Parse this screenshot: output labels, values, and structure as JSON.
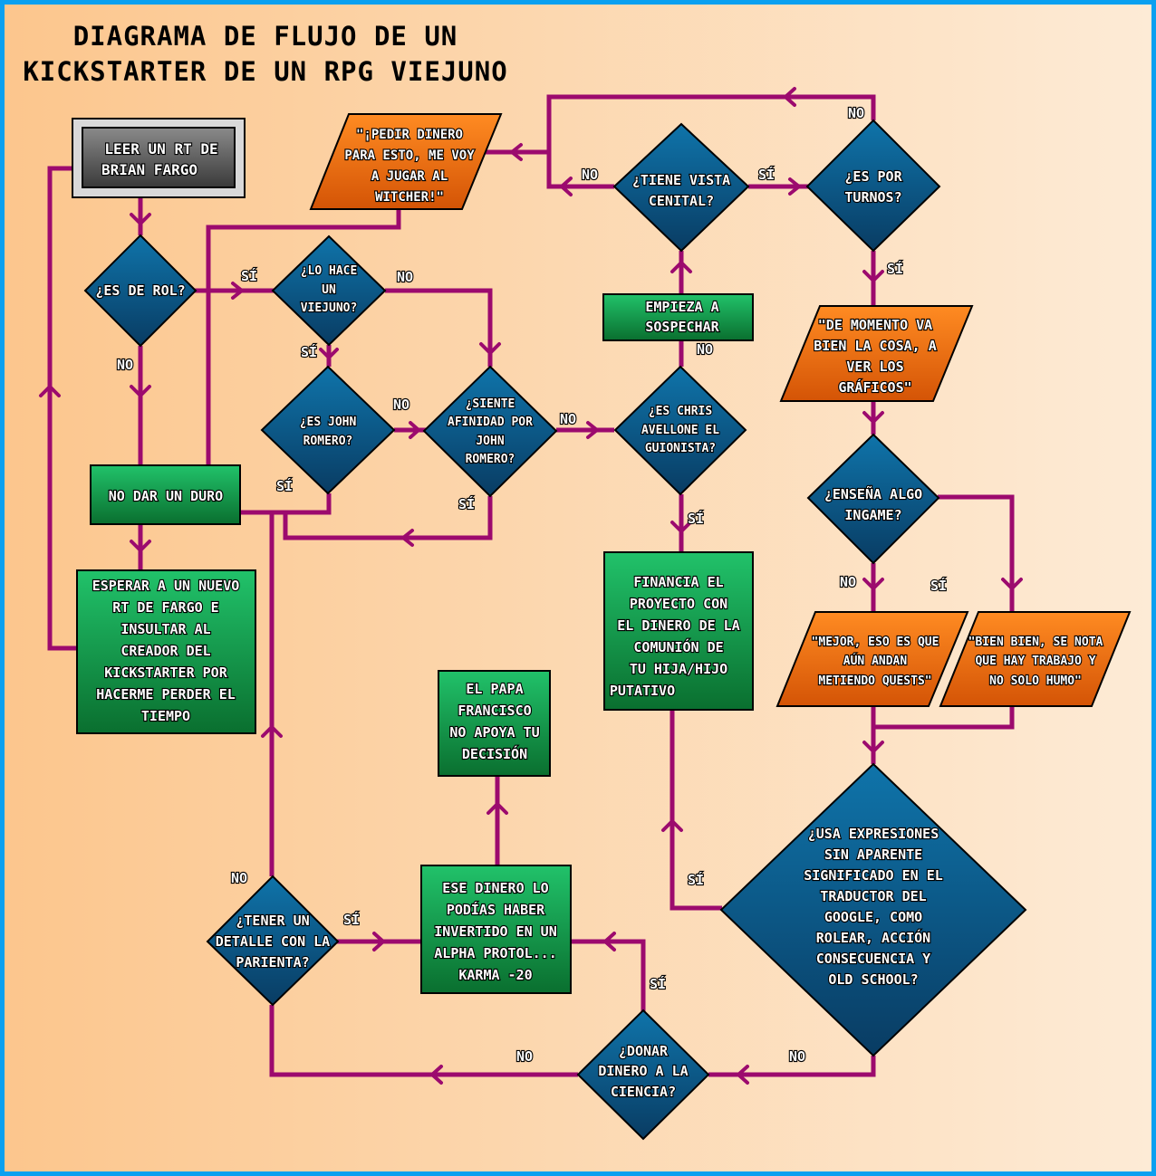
{
  "title": {
    "line1": "DIAGRAMA DE FLUJO DE UN",
    "line2": "KICKSTARTER DE UN RPG VIEJUNO"
  },
  "colors": {
    "border": "#0aa0f0",
    "connector": "#9c0a6e",
    "process_green": "#0f8f3f",
    "diamond_blue": "#0b4f7e",
    "output_orange": "#e8650c",
    "start_gray": "#606060"
  },
  "nodes": {
    "leer_rt": [
      "LEER UN RT DE",
      "BRIAN FARGO"
    ],
    "es_de_rol": [
      "¿ES DE ROL?"
    ],
    "lo_hace_viejuno": [
      "¿LO HACE",
      "UN",
      "VIEJUNO?"
    ],
    "es_john_romero": [
      "¿ES JOHN",
      "ROMERO?"
    ],
    "siente_afinidad": [
      "¿SIENTE",
      "AFINIDAD POR",
      "JOHN",
      "ROMERO?"
    ],
    "es_chris": [
      "¿ES CHRIS",
      "AVELLONE EL",
      "GUIONISTA?"
    ],
    "empieza_sospechar": [
      "EMPIEZA A",
      "SOSPECHAR"
    ],
    "tiene_vista": [
      "¿TIENE VISTA",
      "CENITAL?"
    ],
    "es_por_turnos": [
      "¿ES POR",
      "TURNOS?"
    ],
    "pedir_dinero": [
      "\"¡PEDIR DINERO",
      "PARA ESTO, ME VOY",
      "A JUGAR AL",
      "WITCHER!\""
    ],
    "de_momento": [
      "\"DE MOMENTO VA",
      "BIEN LA COSA, A",
      "VER LOS",
      "GRÁFICOS\""
    ],
    "ensena_ingame": [
      "¿ENSEÑA ALGO",
      "INGAME?"
    ],
    "mejor_quests": [
      "\"MEJOR, ESO ES QUE",
      "AÚN ANDAN",
      "METIENDO QUESTS\""
    ],
    "bien_bien": [
      "\"BIEN BIEN, SE NOTA",
      "QUE HAY TRABAJO Y",
      "NO SOLO HUMO\""
    ],
    "usa_expresiones": [
      "¿USA EXPRESIONES",
      "SIN APARENTE",
      "SIGNIFICADO EN EL",
      "TRADUCTOR DEL",
      "GOOGLE, COMO",
      "ROLEAR, ACCIÓN",
      "CONSECUENCIA Y",
      "OLD SCHOOL?"
    ],
    "no_dar_duro": [
      "NO DAR UN DURO"
    ],
    "esperar_rt": [
      "ESPERAR A UN NUEVO",
      "RT DE FARGO E",
      "INSULTAR AL",
      "CREADOR DEL",
      "KICKSTARTER POR",
      "HACERME PERDER EL",
      "TIEMPO"
    ],
    "financia": [
      "FINANCIA EL",
      "PROYECTO CON",
      "EL DINERO DE LA",
      "COMUNIÓN DE",
      "TU HIJA/HIJO",
      "PUTATIVO"
    ],
    "papa_francisco": [
      "EL PAPA",
      "FRANCISCO",
      "NO APOYA TU",
      "DECISIÓN"
    ],
    "ese_dinero": [
      "ESE DINERO LO",
      "PODÍAS HABER",
      "INVERTIDO EN UN",
      "ALPHA PROTOL...",
      "KARMA -20"
    ],
    "tener_detalle": [
      "¿TENER UN",
      "DETALLE CON LA",
      "PARIENTA?"
    ],
    "donar_ciencia": [
      "¿DONAR",
      "DINERO A LA",
      "CIENCIA?"
    ]
  },
  "labels": {
    "rol_si": "SÍ",
    "rol_no": "NO",
    "viejuno_no": "NO",
    "viejuno_si": "SÍ",
    "romero_no": "NO",
    "romero_si": "SÍ",
    "afinidad_no": "NO",
    "afinidad_si": "SÍ",
    "chris_no": "NO",
    "chris_si": "SÍ",
    "vista_no": "NO",
    "vista_si": "SÍ",
    "turnos_no": "NO",
    "turnos_si": "SÍ",
    "ingame_no": "NO",
    "ingame_si": "SÍ",
    "expresiones_si": "SÍ",
    "expresiones_no": "NO",
    "donar_si": "SÍ",
    "donar_no": "NO",
    "detalle_si": "SÍ",
    "detalle_no": "NO"
  }
}
